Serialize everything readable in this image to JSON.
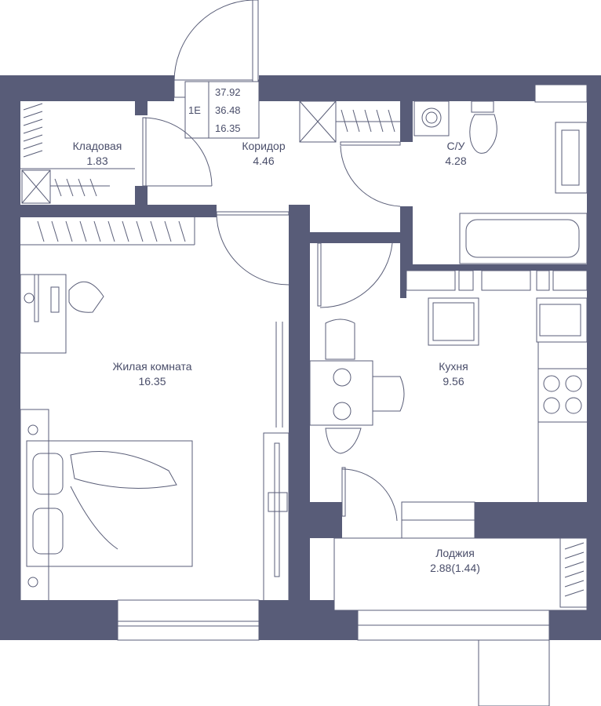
{
  "colors": {
    "wall": "#585c78",
    "line": "#5a5e78",
    "text": "#4a4e6a",
    "background": "#ffffff"
  },
  "apartment": {
    "type": "1Е",
    "total_area": "37.92",
    "living_area_total": "36.48",
    "living_room_area": "16.35"
  },
  "rooms": {
    "storage": {
      "name": "Кладовая",
      "area": "1.83"
    },
    "corridor": {
      "name": "Коридор",
      "area": "4.46"
    },
    "bathroom": {
      "name": "С/У",
      "area": "4.28"
    },
    "living": {
      "name": "Жилая комната",
      "area": "16.35"
    },
    "kitchen": {
      "name": "Кухня",
      "area": "9.56"
    },
    "loggia": {
      "name": "Лоджия",
      "area": "2.88(1.44)"
    }
  }
}
